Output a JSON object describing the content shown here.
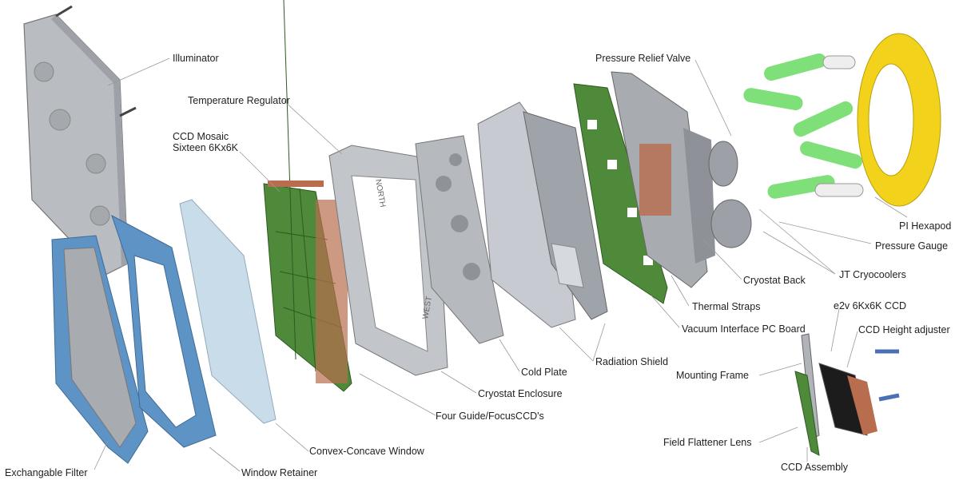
{
  "labels": {
    "illuminator": "Illuminator",
    "temperature_regulator": "Temperature Regulator",
    "ccd_mosaic": "CCD Mosaic\nSixteen 6Kx6K",
    "pressure_relief_valve": "Pressure Relief Valve",
    "pi_hexapod": "PI Hexapod",
    "pressure_gauge": "Pressure Gauge",
    "jt_cryocoolers": "JT Cryocoolers",
    "cryostat_back": "Cryostat Back",
    "thermal_straps": "Thermal Straps",
    "vacuum_interface_pc_board": "Vacuum Interface PC Board",
    "radiation_shield": "Radiation Shield",
    "cold_plate": "Cold Plate",
    "cryostat_enclosure": "Cryostat Enclosure",
    "four_guide_focus_ccds": "Four Guide/FocusCCD's",
    "convex_concave_window": "Convex-Concave Window",
    "window_retainer": "Window Retainer",
    "exchangable_filter": "Exchangable Filter",
    "e2v_ccd": "e2v 6Kx6K CCD",
    "ccd_height_adjuster": "CCD Height adjuster",
    "mounting_frame": "Mounting Frame",
    "field_flattener_lens": "Field Flattener Lens",
    "ccd_assembly": "CCD Assembly"
  },
  "part_text": {
    "north": "NORTH",
    "west": "WEST"
  },
  "colors": {
    "frame_gray": "#b9bcc1",
    "filter_blue": "#5e93c6",
    "window_blue": "#c9dcea",
    "ccd_green": "#4e8a3a",
    "copper": "#b86d4f",
    "hexapod_yellow": "#f2d21a",
    "hexapod_green": "#7fe07a"
  }
}
